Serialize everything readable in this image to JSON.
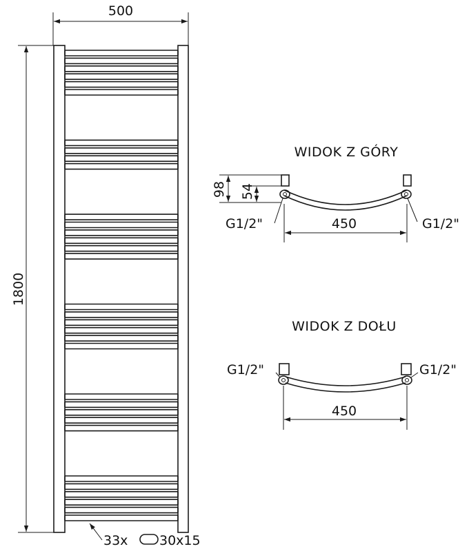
{
  "main_view": {
    "width_label": "500",
    "height_label": "1800",
    "tube_spec": "33x",
    "tube_size": "30x15",
    "bars": {
      "count": 33,
      "groups": [
        6,
        4,
        6,
        6,
        5,
        6
      ]
    }
  },
  "top_view": {
    "title": "WIDOK Z GÓRY",
    "depth_outer": "98",
    "depth_inner": "54",
    "connector_left": "G1/2\"",
    "connector_right": "G1/2\"",
    "spacing": "450"
  },
  "bottom_view": {
    "title": "WIDOK Z DOŁU",
    "connector_left": "G1/2\"",
    "connector_right": "G1/2\"",
    "spacing": "450"
  },
  "colors": {
    "line": "#1a1a1a",
    "background": "#ffffff"
  }
}
